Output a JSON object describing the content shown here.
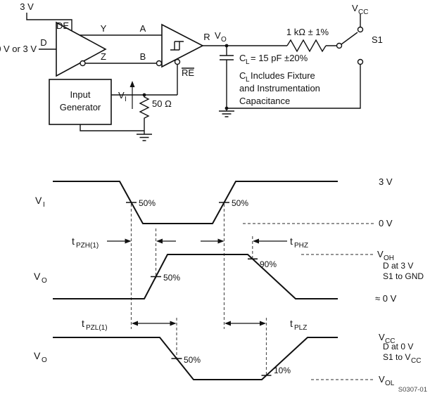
{
  "figure": {
    "code": "S0307-01"
  },
  "circuit": {
    "de_supply": "3 V",
    "d_source": "0 V or 3 V",
    "pins": {
      "d": "D",
      "de": "DE",
      "y": "Y",
      "z": "Z",
      "a": "A",
      "b": "B",
      "r": "R",
      "re": "RE"
    },
    "generator": {
      "line1": "Input",
      "line2": "Generator"
    },
    "vi": {
      "main": "V",
      "sub": "I"
    },
    "vo": {
      "main": "V",
      "sub": "O"
    },
    "vcc": {
      "main": "V",
      "sub": "CC"
    },
    "r50": "50 Ω",
    "r1k": "1 kΩ ± 1%",
    "s1": "S1",
    "cl_value": {
      "main": "C",
      "sub": "L",
      "rest": " = 15 pF ±20%"
    },
    "cl_note": {
      "l1_main": "C",
      "l1_sub": "L",
      "l1_rest": " Includes Fixture",
      "l2": "and Instrumentation",
      "l3": "Capacitance"
    }
  },
  "timing": {
    "left_labels": {
      "vi": {
        "main": "V",
        "sub": "I"
      },
      "vo_mid": {
        "main": "V",
        "sub": "O"
      },
      "vo_bot": {
        "main": "V",
        "sub": "O"
      }
    },
    "levels": {
      "v3": "3 V",
      "v0": "0 V",
      "voh": {
        "main": "V",
        "sub": "OH"
      },
      "approx0": "≈ 0 V",
      "vcc": {
        "main": "V",
        "sub": "CC"
      },
      "vol": {
        "main": "V",
        "sub": "OL"
      }
    },
    "conditions": {
      "mid_line1": "D at 3 V",
      "mid_line2": "S1 to GND",
      "bot_line1": "D at 0 V",
      "bot_line2": {
        "main": "S1 to V",
        "sub": "CC"
      }
    },
    "marks": {
      "vi_fall_50": "50%",
      "vi_rise_50": "50%",
      "vo_rise_50": "50%",
      "vo_fall_90": "90%",
      "vo_fall_50": "50%",
      "vo_rise_10": "10%"
    },
    "params": {
      "tpzh": {
        "main": "t",
        "sub": "PZH(1)"
      },
      "tphz": {
        "main": "t",
        "sub": "PHZ"
      },
      "tpzl": {
        "main": "t",
        "sub": "PZL(1)"
      },
      "tplz": {
        "main": "t",
        "sub": "PLZ"
      }
    }
  }
}
